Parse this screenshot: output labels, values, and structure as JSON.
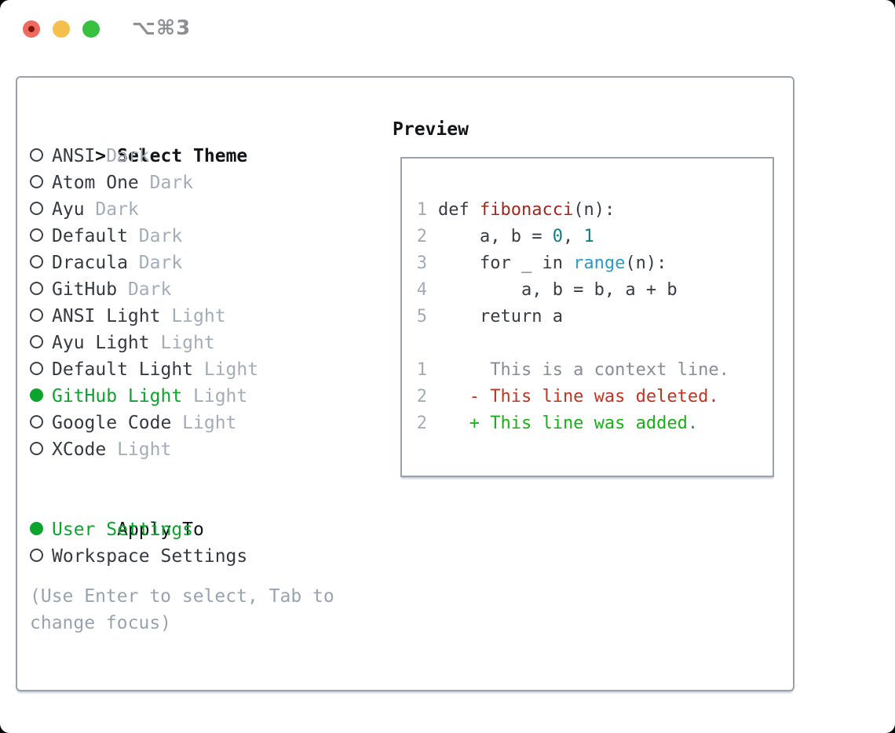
{
  "window": {
    "title": "⌥⌘3"
  },
  "colors": {
    "border": "#98a2ae",
    "title_gray": "#8c9095",
    "traffic_red": "#ee6a5f",
    "traffic_red_dot": "#7e150d",
    "traffic_yellow": "#f5bf4d",
    "traffic_green": "#38c140",
    "header_text": "#121418",
    "item_text": "#353a41",
    "radio_outline": "#3d4248",
    "variant_muted": "#a3adb9",
    "selected_green": "#0ca42e",
    "hint_gray": "#98a3b1",
    "code_fg": "#383d44",
    "line_number": "#a2abb6",
    "function_red": "#a3271e",
    "number_teal": "#0b7d88",
    "builtin_blue": "#2b9cc9",
    "context_gray": "#878d94",
    "diff_red": "#c23321",
    "diff_green": "#17b117"
  },
  "panel": {
    "header_prompt": ">",
    "header_label": "Select Theme",
    "themes": [
      {
        "name": "ANSI",
        "variant": "Dark",
        "selected": false
      },
      {
        "name": "Atom One",
        "variant": "Dark",
        "selected": false
      },
      {
        "name": "Ayu",
        "variant": "Dark",
        "selected": false
      },
      {
        "name": "Default",
        "variant": "Dark",
        "selected": false
      },
      {
        "name": "Dracula",
        "variant": "Dark",
        "selected": false
      },
      {
        "name": "GitHub",
        "variant": "Dark",
        "selected": false
      },
      {
        "name": "ANSI Light",
        "variant": "Light",
        "selected": false
      },
      {
        "name": "Ayu Light",
        "variant": "Light",
        "selected": false
      },
      {
        "name": "Default Light",
        "variant": "Light",
        "selected": false
      },
      {
        "name": "GitHub Light",
        "variant": "Light",
        "selected": true
      },
      {
        "name": "Google Code",
        "variant": "Light",
        "selected": false
      },
      {
        "name": "XCode",
        "variant": "Light",
        "selected": false
      }
    ],
    "apply_to": {
      "header": "Apply To",
      "options": [
        {
          "label": "User Settings",
          "selected": true
        },
        {
          "label": "Workspace Settings",
          "selected": false
        }
      ]
    },
    "hint": "(Use Enter to select, Tab to change focus)"
  },
  "preview": {
    "header": "Preview",
    "lines": [
      {
        "num": "1",
        "segments": [
          {
            "text": "def ",
            "color": "code_fg"
          },
          {
            "text": "fibonacci",
            "color": "function_red"
          },
          {
            "text": "(n):",
            "color": "code_fg"
          }
        ]
      },
      {
        "num": "2",
        "segments": [
          {
            "text": "    a, b = ",
            "color": "code_fg"
          },
          {
            "text": "0",
            "color": "number_teal"
          },
          {
            "text": ", ",
            "color": "code_fg"
          },
          {
            "text": "1",
            "color": "number_teal"
          }
        ]
      },
      {
        "num": "3",
        "segments": [
          {
            "text": "    for _ in ",
            "color": "code_fg"
          },
          {
            "text": "range",
            "color": "builtin_blue"
          },
          {
            "text": "(n):",
            "color": "code_fg"
          }
        ]
      },
      {
        "num": "4",
        "segments": [
          {
            "text": "        a, b = b, a + b",
            "color": "code_fg"
          }
        ]
      },
      {
        "num": "5",
        "segments": [
          {
            "text": "    return a",
            "color": "code_fg"
          }
        ]
      },
      {
        "num": "",
        "segments": []
      },
      {
        "num": "1",
        "segments": [
          {
            "text": "     This is a context line.",
            "color": "context_gray"
          }
        ]
      },
      {
        "num": "2",
        "segments": [
          {
            "text": "   - This line was deleted.",
            "color": "diff_red"
          }
        ]
      },
      {
        "num": "2",
        "segments": [
          {
            "text": "   + This line was added.",
            "color": "diff_green"
          }
        ]
      }
    ]
  }
}
